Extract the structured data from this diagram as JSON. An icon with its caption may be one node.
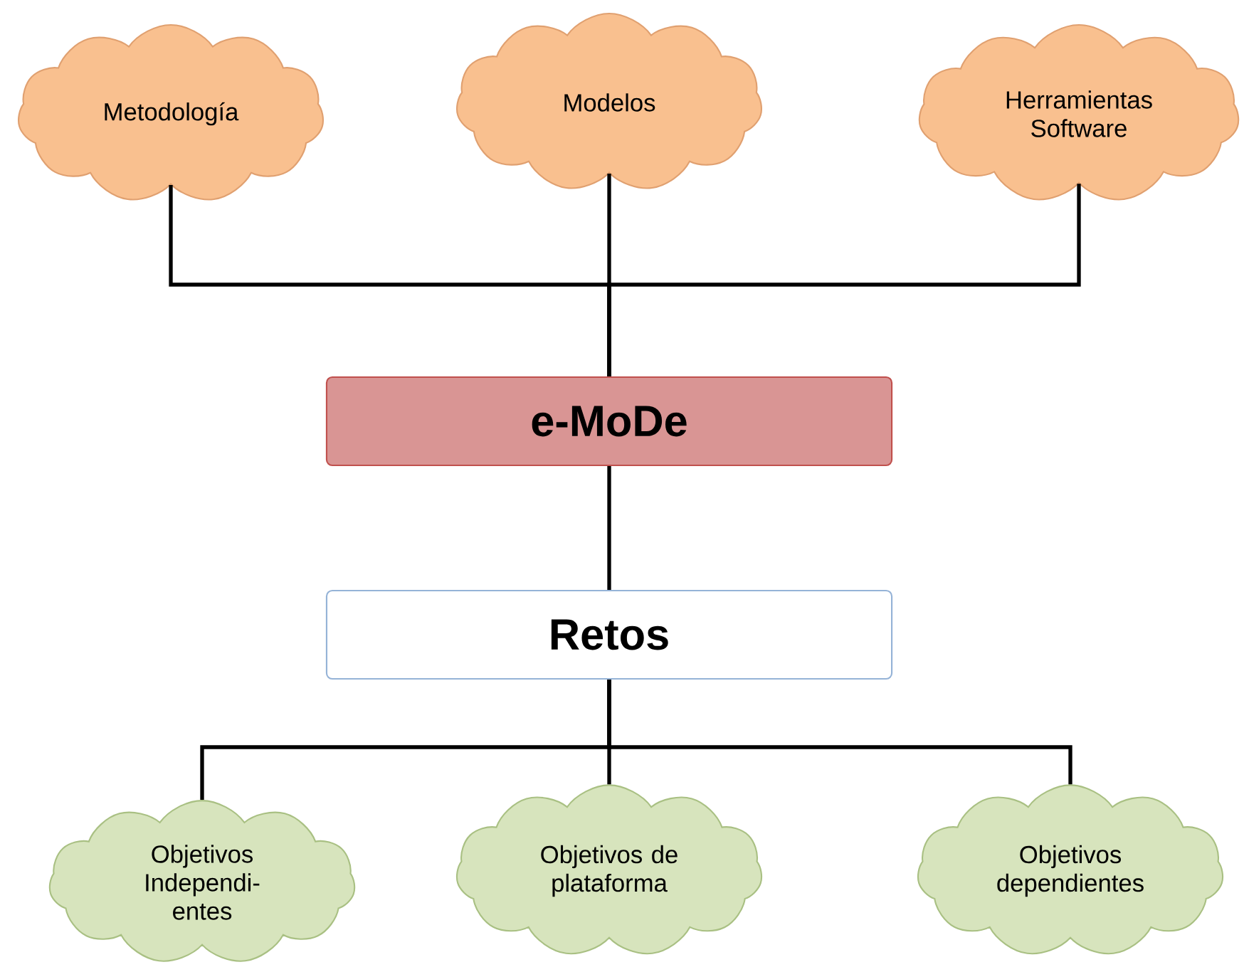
{
  "diagram": {
    "nodes": [
      {
        "text": [
          "Metodología"
        ]
      },
      {
        "text": [
          "Modelos"
        ]
      },
      {
        "text": [
          "Herramientas Software"
        ]
      },
      {
        "text": [
          "e-MoDe"
        ]
      },
      {
        "text": [
          "Retos"
        ]
      },
      {
        "text": [
          "Objetivos Independi- entes"
        ]
      },
      {
        "text": [
          "Objetivos de plataforma"
        ]
      },
      {
        "text": [
          "Objetivos dependientes"
        ]
      }
    ],
    "edges": [
      {
        "from": 0,
        "to": 3,
        "arrow": "none"
      },
      {
        "from": 1,
        "to": 3,
        "arrow": "none"
      },
      {
        "from": 2,
        "to": 3,
        "arrow": "none"
      },
      {
        "from": 3,
        "to": 4,
        "arrow": "none"
      },
      {
        "from": 4,
        "to": 5,
        "arrow": "none"
      },
      {
        "from": 4,
        "to": 6,
        "arrow": "none"
      },
      {
        "from": 4,
        "to": 7,
        "arrow": "none"
      }
    ]
  }
}
